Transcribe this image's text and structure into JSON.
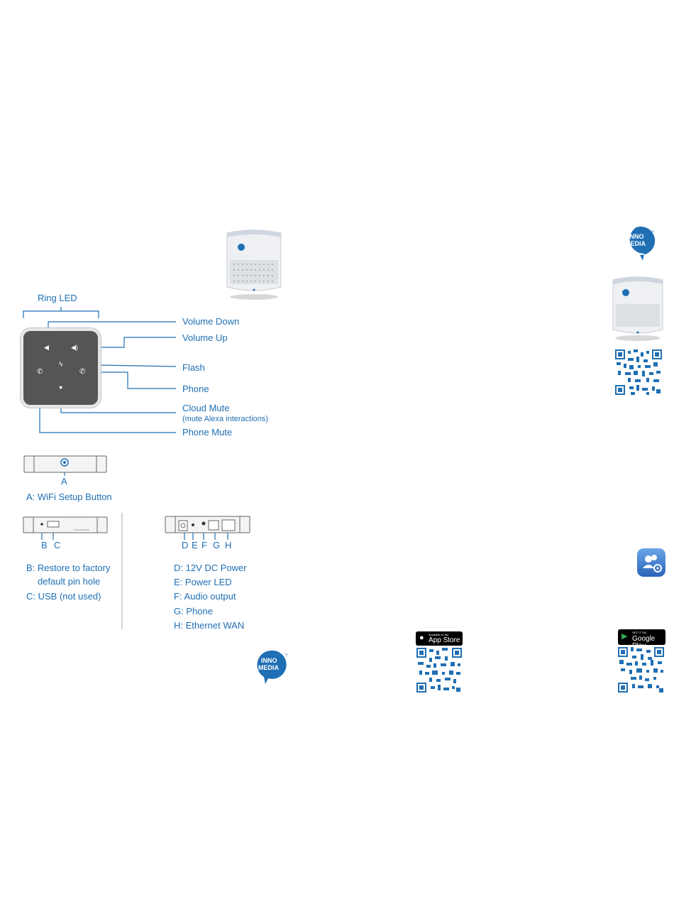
{
  "device_top": {
    "ring_led_label": "Ring LED",
    "buttons": {
      "volume_down": "Volume Down",
      "volume_up": "Volume Up",
      "flash": "Flash",
      "phone": "Phone",
      "cloud_mute": "Cloud Mute",
      "cloud_mute_note": "(mute Alexa interactions)",
      "phone_mute": "Phone Mute"
    }
  },
  "side_view": {
    "marker": "A",
    "caption": "A: WiFi Setup Button"
  },
  "back_left": {
    "markers": [
      "B",
      "C"
    ],
    "legend": [
      "B: Restore to factory",
      "default pin hole",
      "C: USB (not used)"
    ]
  },
  "back_right": {
    "markers": [
      "D",
      "E",
      "F",
      "G",
      "H"
    ],
    "legend": [
      "D: 12V DC Power",
      "E: Power LED",
      "F: Audio output",
      "G: Phone",
      "H: Ethernet WAN"
    ]
  },
  "brand": {
    "logo_line1": "INNO",
    "logo_line2": "MEDIA",
    "tm": "™",
    "accent": "#1f6fb4"
  },
  "stores": {
    "app_store_small": "Available on the",
    "app_store_big": "App Store",
    "google_small": "GET IT ON",
    "google_big": "Google Play"
  },
  "icons": [
    "apple-icon",
    "google-play-icon",
    "app-settings-icon",
    "volume-down-icon",
    "volume-up-icon",
    "flash-icon",
    "phone-icon",
    "mic-icon",
    "phone-mute-icon"
  ]
}
